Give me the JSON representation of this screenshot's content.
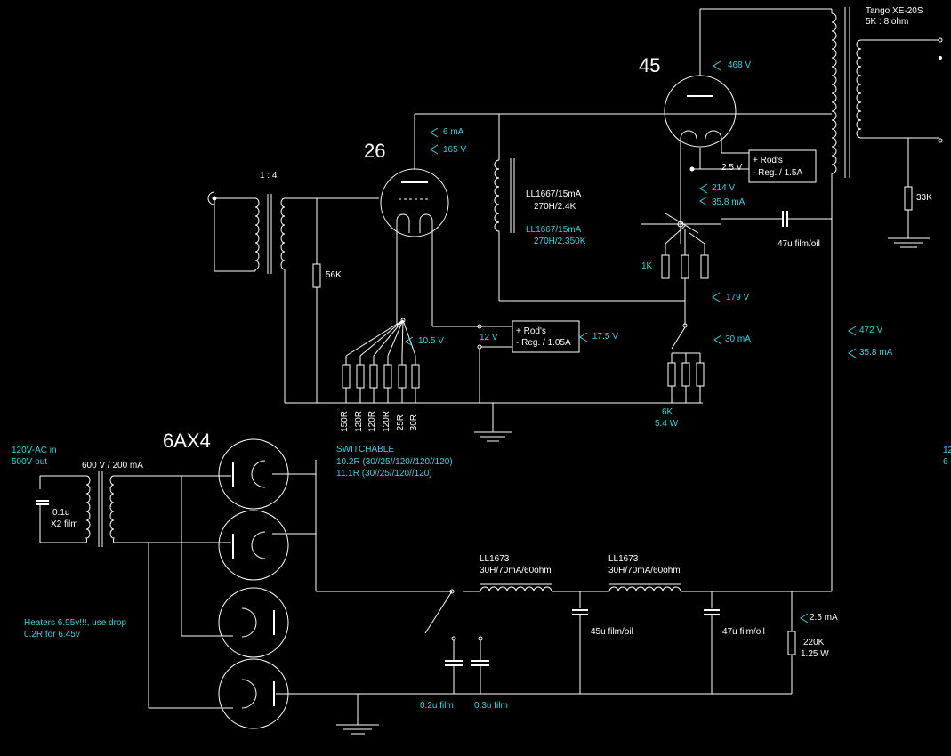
{
  "colors": {
    "background": "#000000",
    "wire": "#ffffff",
    "annotation": "#39d3e0"
  },
  "tubes": {
    "t26": "26",
    "t45": "45",
    "t6ax4": "6AX4"
  },
  "output_transformer": {
    "name": "Tango XE-20S",
    "ratio": "5K : 8 ohm"
  },
  "input_transformer": {
    "ratio": "1 : 4"
  },
  "chokes": {
    "plate1": {
      "name": "LL1667/15mA",
      "spec": "270H/2.4K"
    },
    "plate2": {
      "name": "LL1667/15mA",
      "spec": "270H/2.350K"
    },
    "psu1": {
      "name": "LL1673",
      "spec": "30H/70mA/60ohm"
    },
    "psu2": {
      "name": "LL1673",
      "spec": "30H/70mA/60ohm"
    }
  },
  "resistors": {
    "grid": "56K",
    "bias_45": "1K",
    "out_load": "33K",
    "bleeder_value": "220K",
    "bleeder_power": "1.25 W",
    "cathode_26": [
      "150R",
      "120R",
      "120R",
      "120R",
      "25R",
      "30R"
    ],
    "cathode_45_value": "6K",
    "cathode_45_power": "5.4 W"
  },
  "regulators": {
    "reg1": {
      "plus": "+ Rod's",
      "minus": "-  Reg. / 1.05A"
    },
    "reg2": {
      "plus": "+ Rod's",
      "minus": "-  Reg. / 1.5A"
    }
  },
  "switchable": {
    "title": "SWITCHABLE",
    "line1": "10.2R  (30//25//120//120//120)",
    "line2": "11.1R  (30//25//120//120)"
  },
  "readings": {
    "v468": "468 V",
    "ma6": "6 mA",
    "v165": "165 V",
    "v25": "2.5 V",
    "v214": "214 V",
    "ma358a": "35.8 mA",
    "v179": "179 V",
    "v105": "10.5 V",
    "v12": "12 V",
    "v175": "17.5 V",
    "ma30": "30 mA",
    "v472": "472 V",
    "ma358b": "35.8 mA",
    "ma25": "2.5 mA"
  },
  "capacitors": {
    "coupling": "47u film/oil",
    "psu_45u": "45u film/oil",
    "psu_47u": "47u film/oil",
    "snub_02": "0.2u film",
    "snub_03": "0.3u film",
    "x2_value": "0.1u",
    "x2_type": "X2 film"
  },
  "psu": {
    "mains_line1": "120V-AC in",
    "mains_line2": "500V out",
    "secondary": "600 V / 200 mA"
  },
  "heaters": {
    "line1": "Heaters 6.95v!!!, use drop",
    "line2": "0.2R for 6.45v"
  },
  "edge": {
    "right1": "12",
    "right2": "6"
  }
}
